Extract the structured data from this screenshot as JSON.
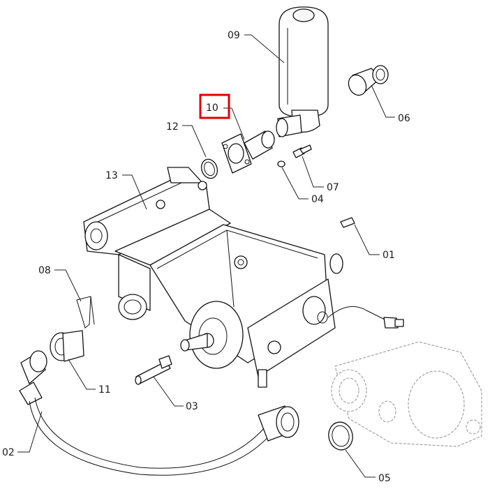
{
  "diagram": {
    "callouts": [
      {
        "id": "01",
        "text": "01"
      },
      {
        "id": "02",
        "text": "02"
      },
      {
        "id": "03",
        "text": "03"
      },
      {
        "id": "04",
        "text": "04"
      },
      {
        "id": "05",
        "text": "05"
      },
      {
        "id": "06",
        "text": "06"
      },
      {
        "id": "07",
        "text": "07"
      },
      {
        "id": "08",
        "text": "08"
      },
      {
        "id": "09",
        "text": "09"
      },
      {
        "id": "10",
        "text": "10",
        "highlighted": true
      },
      {
        "id": "11",
        "text": "11"
      },
      {
        "id": "12",
        "text": "12"
      },
      {
        "id": "13",
        "text": "13"
      }
    ],
    "highlight_color": "#e00000",
    "line_color": "#111111"
  }
}
